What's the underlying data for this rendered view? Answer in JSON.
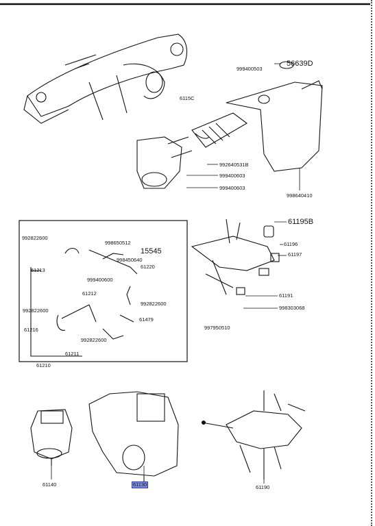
{
  "labels": {
    "56639D": "56639D",
    "999400503": "999400503",
    "61150": "6115C",
    "992640531B": "992640531B",
    "999400603a": "999400603",
    "999400603b": "999400603",
    "998640410": "998640410",
    "61195B": "61195B",
    "61196": "61196",
    "61197": "61197",
    "61191": "61191",
    "998303068": "998303068",
    "997950510": "997950510",
    "992822600a": "992822600",
    "998650512": "998650512",
    "15545": "15545",
    "998450640": "998450640",
    "61213": "61213",
    "61220": "61220",
    "999400600": "999400600",
    "61212": "61212",
    "992822600b": "992822600",
    "992822600c": "992822600",
    "61479": "61479",
    "61216": "61216",
    "992822600d": "992822600",
    "61211": "61211",
    "61210": "61210",
    "61140": "61140",
    "61130": "61130",
    "61190": "61190"
  },
  "colors": {
    "highlight": "#7f8fe0",
    "line": "#111111"
  }
}
